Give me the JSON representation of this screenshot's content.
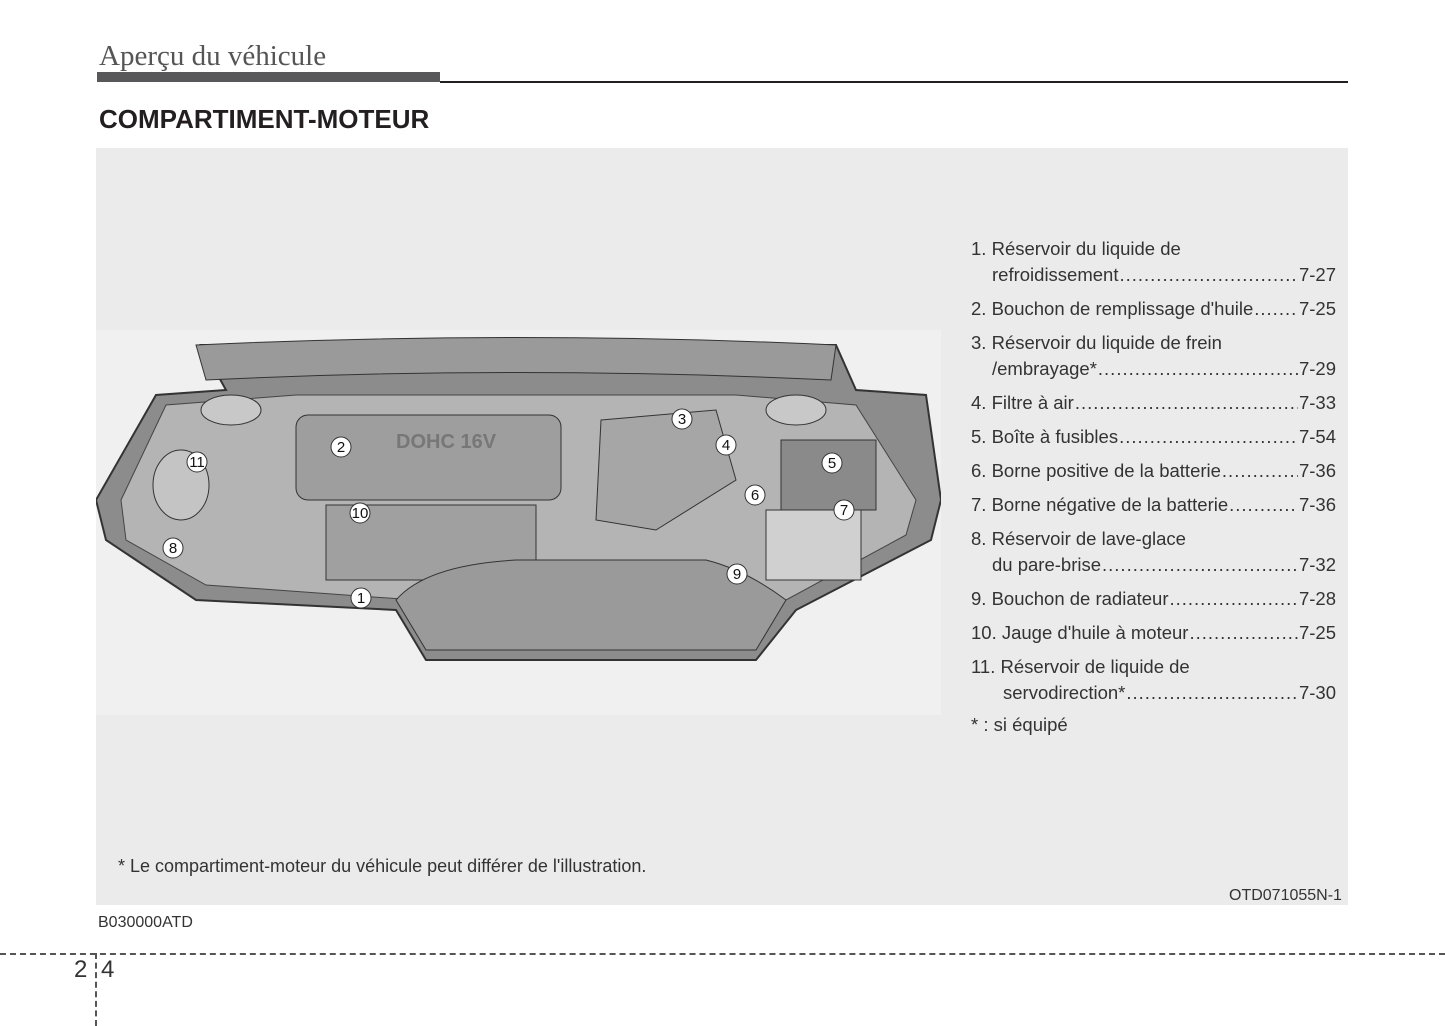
{
  "header": {
    "section": "Aperçu du véhicule",
    "title": "COMPARTIMENT-MOTEUR"
  },
  "illustration": {
    "engine_label": "DOHC 16V",
    "callouts": [
      "1",
      "2",
      "3",
      "4",
      "5",
      "6",
      "7",
      "8",
      "9",
      "10",
      "11"
    ],
    "code": "OTD071055N-1"
  },
  "legend": [
    {
      "num": "1.",
      "line1": "Réservoir du liquide de",
      "line2": "refroidissement",
      "page": "7-27"
    },
    {
      "num": "2.",
      "line1": "Bouchon de remplissage d'huile",
      "page": "7-25"
    },
    {
      "num": "3.",
      "line1": "Réservoir du liquide de frein",
      "line2": "/embrayage*",
      "page": "7-29"
    },
    {
      "num": "4.",
      "line1": "Filtre à air",
      "page": "7-33"
    },
    {
      "num": "5.",
      "line1": "Boîte à fusibles",
      "page": "7-54"
    },
    {
      "num": "6.",
      "line1": "Borne positive de la batterie",
      "page": "7-36"
    },
    {
      "num": "7.",
      "line1": "Borne négative de la batterie",
      "page": "7-36"
    },
    {
      "num": "8.",
      "line1": "Réservoir de lave-glace",
      "line2": "du pare-brise",
      "page": "7-32"
    },
    {
      "num": "9.",
      "line1": "Bouchon de radiateur",
      "page": "7-28"
    },
    {
      "num": "10.",
      "line1": "Jauge d'huile à moteur",
      "page": "7-25"
    },
    {
      "num": "11.",
      "line1": "Réservoir de liquide de",
      "line2": "servodirection*",
      "page": "7-30"
    }
  ],
  "footnote": "* : si équipé",
  "note": "* Le compartiment-moteur du véhicule peut différer de l'illustration.",
  "ref_code": "B030000ATD",
  "page": {
    "chapter": "2",
    "number": "4"
  }
}
